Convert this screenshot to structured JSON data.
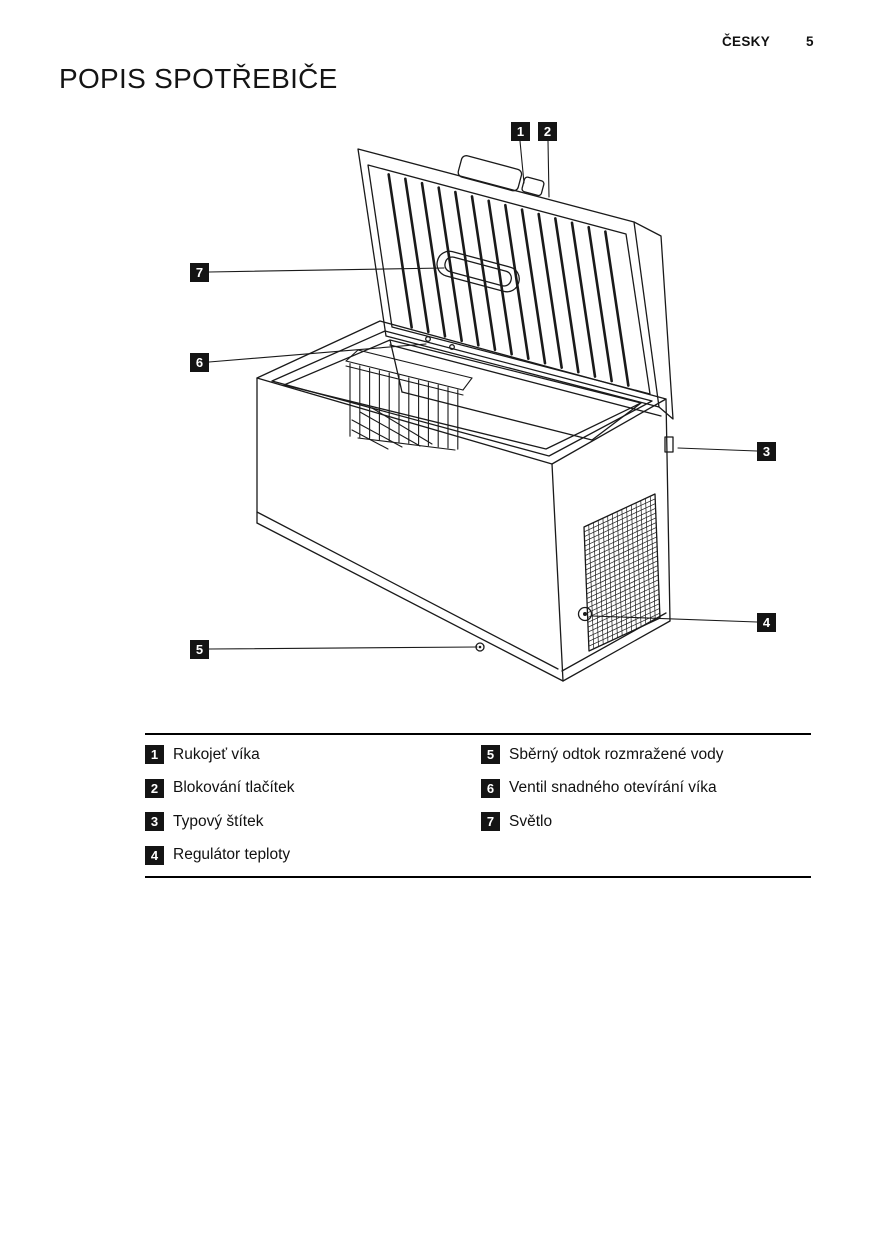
{
  "header": {
    "language": "ČESKY",
    "page": "5"
  },
  "title": "POPIS SPOTŘEBIČE",
  "colors": {
    "ink": "#1a1a1a",
    "badge_bg": "#141414",
    "badge_fg": "#ffffff",
    "paper": "#ffffff"
  },
  "callouts": [
    {
      "num": "1",
      "label": "Rukojeť víka"
    },
    {
      "num": "2",
      "label": "Blokování tlačítek"
    },
    {
      "num": "3",
      "label": "Typový štítek"
    },
    {
      "num": "4",
      "label": "Regulátor teploty"
    },
    {
      "num": "5",
      "label": "Sběrný odtok rozmražené vody"
    },
    {
      "num": "6",
      "label": "Ventil snadného otevírání víka"
    },
    {
      "num": "7",
      "label": "Světlo"
    }
  ]
}
